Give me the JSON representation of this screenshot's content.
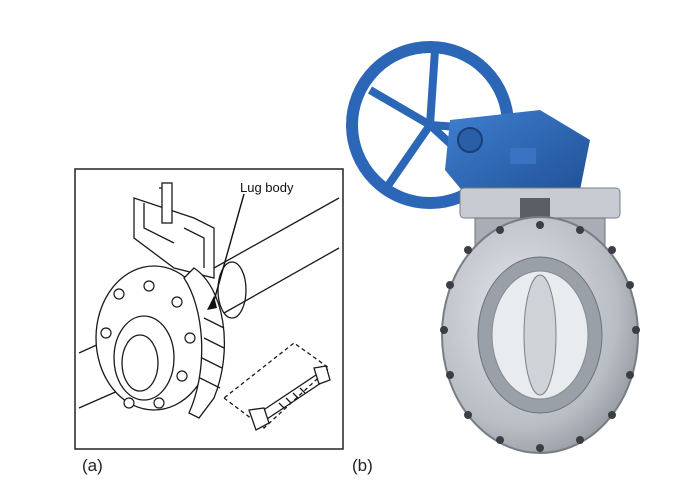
{
  "figure": {
    "panel_a": {
      "caption": "(a)",
      "callout": "Lug body",
      "style": "line drawing",
      "line_color": "#1a1a1a"
    },
    "panel_b": {
      "caption": "(b)",
      "handwheel_color": "#2b66b7",
      "gearbox_color": "#2a5fa8",
      "body_color": "#b9bdc4"
    }
  }
}
